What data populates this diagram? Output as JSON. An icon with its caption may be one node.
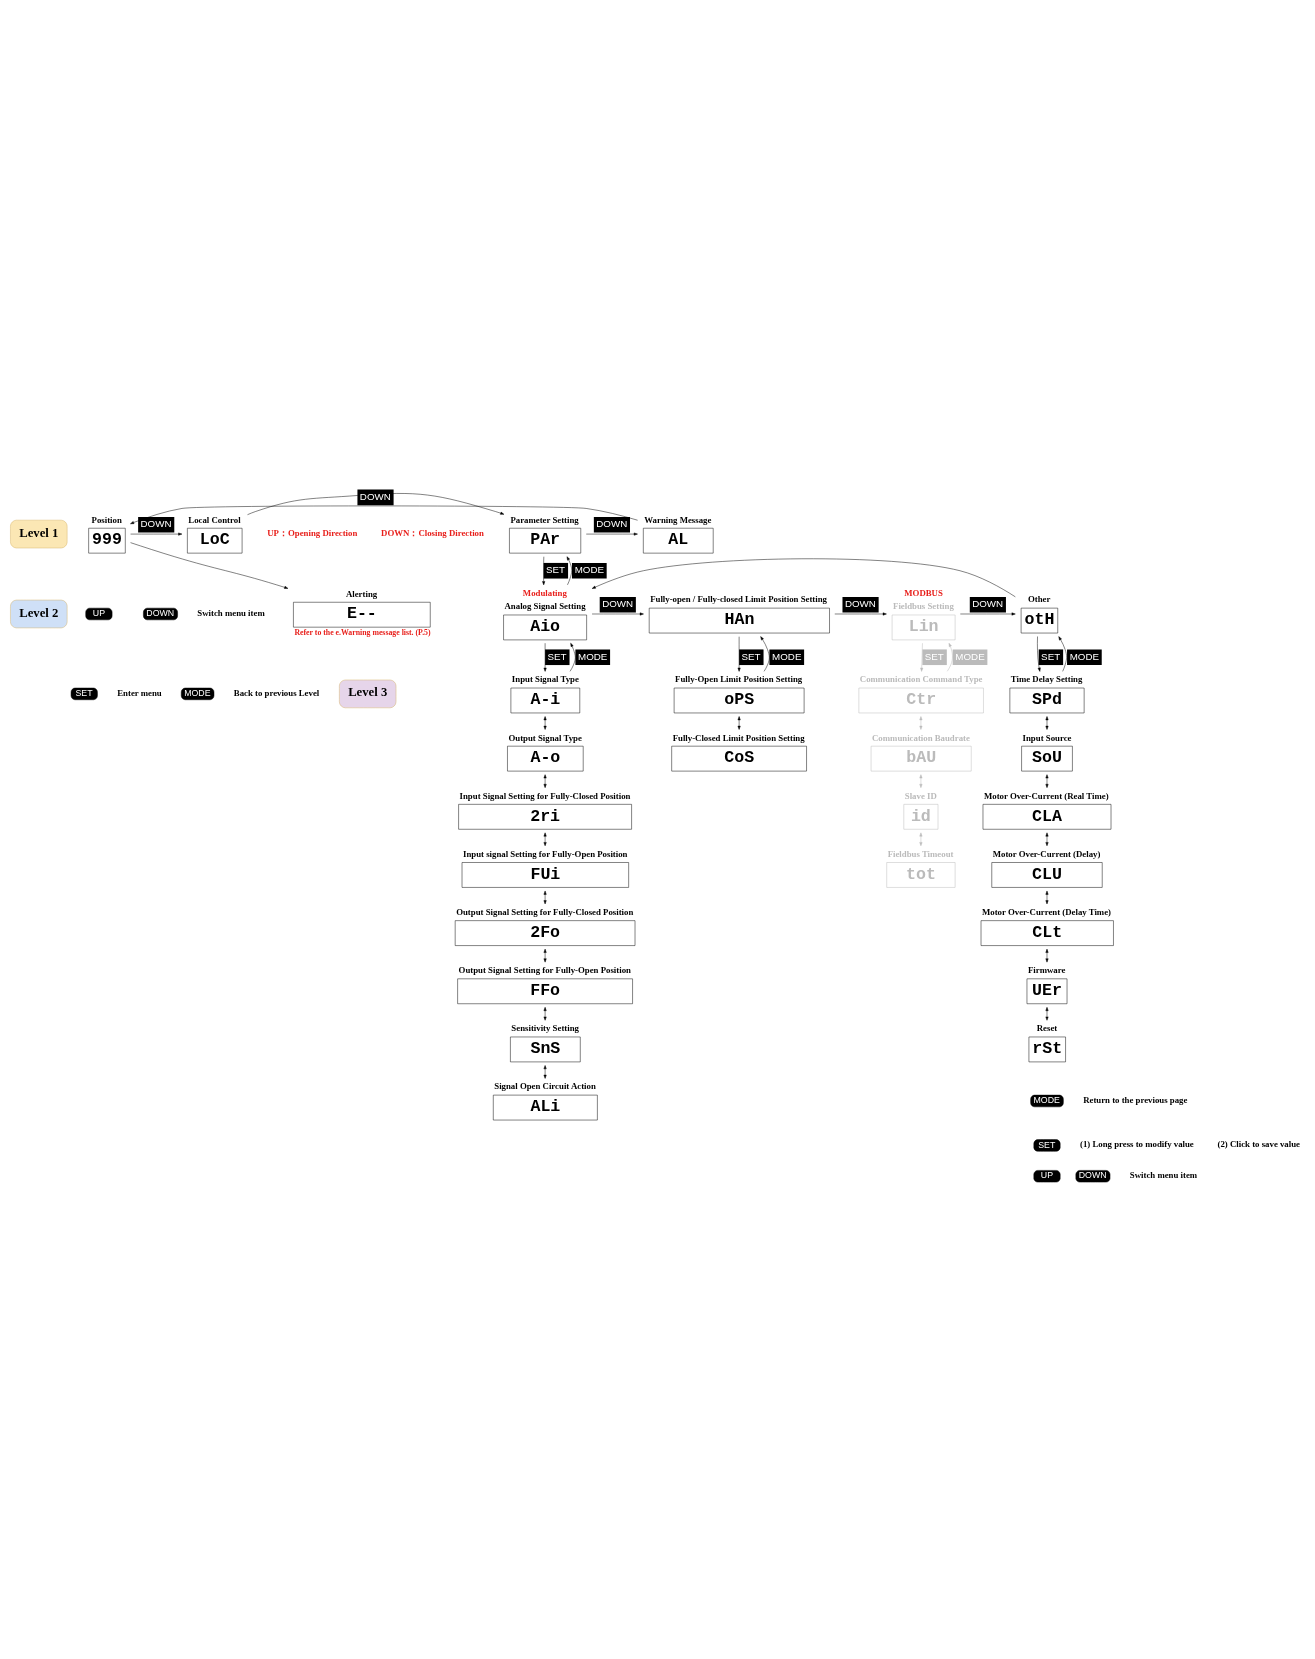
{
  "diagram": {
    "nodes": [
      {
        "text": [
          "Level 1"
        ]
      },
      {
        "text": [
          "Position",
          "999"
        ]
      },
      {
        "text": [
          "Local Control",
          "LoC"
        ]
      },
      {
        "text": [
          "Parameter Setting",
          "PAr"
        ]
      },
      {
        "text": [
          "Warning Message",
          "AL"
        ]
      },
      {
        "text": [
          "UP"
        ]
      },
      {
        "text": [
          "DOWN"
        ]
      },
      {
        "text": [
          "SET"
        ]
      },
      {
        "text": [
          "MODE"
        ]
      },
      {
        "text": [
          "Alerting",
          "E--"
        ],
        "beside": [
          "Refer to the e.Warning message list. (P.5)"
        ]
      },
      {
        "text": [
          "Level 2"
        ]
      },
      {
        "text": [
          "Modulating",
          "Analog Signal Setting",
          "Aio"
        ]
      },
      {
        "text": [
          "Fully-open / Fully-closed Limit Position Setting",
          "HAn"
        ]
      },
      {
        "text": [
          "MODBUS",
          "Fieldbus Setting",
          "Lin"
        ]
      },
      {
        "text": [
          "Other",
          "otH"
        ]
      },
      {
        "text": [
          "Level 3"
        ]
      },
      {
        "text": [
          "Input Signal Type",
          "A-i"
        ]
      },
      {
        "text": [
          "Fully-Open Limit Position Setting",
          "oPS"
        ]
      },
      {
        "text": [
          "Communication Command Type",
          "Ctr"
        ]
      },
      {
        "text": [
          "Time Delay Setting",
          "SPd"
        ]
      },
      {
        "text": [
          "Output Signal Type",
          "A-o"
        ]
      },
      {
        "text": [
          "Fully-Closed Limit Position Setting",
          "CoS"
        ]
      },
      {
        "text": [
          "Communication Baudrate",
          "bAU"
        ]
      },
      {
        "text": [
          "Input Source",
          "SoU"
        ]
      },
      {
        "text": [
          "Input Signal Setting for Fully-Closed Position",
          "2ri"
        ]
      },
      {
        "text": [
          "Slave ID",
          "id"
        ]
      },
      {
        "text": [
          "Motor Over-Current (Real Time)",
          "CLA"
        ]
      },
      {
        "text": [
          "Input signal Setting for Fully-Open Position",
          "FUi"
        ]
      },
      {
        "text": [
          "Fieldbus Timeout",
          "tot"
        ]
      },
      {
        "text": [
          "Motor Over-Current (Delay)",
          "CLU"
        ]
      },
      {
        "text": [
          "Output Signal Setting for Fully-Closed Position",
          "2Fo"
        ]
      },
      {
        "text": [
          "Motor Over-Current (Delay Time)",
          "CLt"
        ]
      },
      {
        "text": [
          "Output Signal Setting for Fully-Open Position",
          "FFo"
        ]
      },
      {
        "text": [
          "Firmware",
          "UEr"
        ]
      },
      {
        "text": [
          "Sensitivity Setting",
          "SnS"
        ]
      },
      {
        "text": [
          "Reset",
          "rSt"
        ]
      },
      {
        "text": [
          "Signal Open Circuit Action",
          "ALi"
        ]
      },
      {
        "text": [
          "MODE"
        ]
      },
      {
        "text": [
          "SET"
        ]
      },
      {
        "text": [
          "UP"
        ]
      },
      {
        "text": [
          "DOWN"
        ]
      }
    ],
    "edges": [
      {
        "from": 4,
        "to": 1,
        "arrow": "to"
      },
      {
        "from": 1,
        "to": 2,
        "arrow": "to",
        "label": "DOWN"
      },
      {
        "from": 2,
        "to": 3,
        "arrow": "to",
        "label": "DOWN"
      },
      {
        "from": 3,
        "to": 4,
        "arrow": "to",
        "label": "DOWN"
      },
      {
        "from": 1,
        "to": 9,
        "arrow": "to"
      },
      {
        "from": 3,
        "to": 11,
        "arrow": "to",
        "label": "SET"
      },
      {
        "from": 11,
        "to": 3,
        "arrow": "to",
        "label": "MODE"
      },
      {
        "from": 14,
        "to": 11,
        "arrow": "to"
      },
      {
        "from": 11,
        "to": 12,
        "arrow": "to",
        "label": "DOWN"
      },
      {
        "from": 12,
        "to": 13,
        "arrow": "to",
        "label": "DOWN"
      },
      {
        "from": 13,
        "to": 14,
        "arrow": "to",
        "label": "DOWN"
      },
      {
        "from": 11,
        "to": 16,
        "arrow": "to",
        "label": "SET"
      },
      {
        "from": 16,
        "to": 11,
        "arrow": "to",
        "label": "MODE"
      },
      {
        "from": 16,
        "to": 20,
        "arrow": "both"
      },
      {
        "from": 20,
        "to": 24,
        "arrow": "both"
      },
      {
        "from": 24,
        "to": 27,
        "arrow": "both"
      },
      {
        "from": 27,
        "to": 30,
        "arrow": "both"
      },
      {
        "from": 30,
        "to": 32,
        "arrow": "both"
      },
      {
        "from": 32,
        "to": 34,
        "arrow": "both"
      },
      {
        "from": 34,
        "to": 36,
        "arrow": "both"
      },
      {
        "from": 12,
        "to": 17,
        "arrow": "to",
        "label": "SET"
      },
      {
        "from": 17,
        "to": 12,
        "arrow": "to",
        "label": "MODE"
      },
      {
        "from": 17,
        "to": 21,
        "arrow": "both"
      },
      {
        "from": 13,
        "to": 18,
        "arrow": "to",
        "label": "SET",
        "color": "#bbbbbb"
      },
      {
        "from": 18,
        "to": 13,
        "arrow": "to",
        "label": "MODE",
        "color": "#bbbbbb"
      },
      {
        "from": 18,
        "to": 22,
        "arrow": "both",
        "color": "#bbbbbb"
      },
      {
        "from": 22,
        "to": 25,
        "arrow": "both",
        "color": "#bbbbbb"
      },
      {
        "from": 25,
        "to": 28,
        "arrow": "both",
        "color": "#bbbbbb"
      },
      {
        "from": 14,
        "to": 19,
        "arrow": "to",
        "label": "SET"
      },
      {
        "from": 19,
        "to": 14,
        "arrow": "to",
        "label": "MODE"
      },
      {
        "from": 19,
        "to": 23,
        "arrow": "both"
      },
      {
        "from": 23,
        "to": 26,
        "arrow": "both"
      },
      {
        "from": 26,
        "to": 29,
        "arrow": "both"
      },
      {
        "from": 29,
        "to": 31,
        "arrow": "both"
      },
      {
        "from": 31,
        "to": 33,
        "arrow": "both"
      },
      {
        "from": 33,
        "to": 35,
        "arrow": "both"
      }
    ],
    "labels": [
      "Switch menu item",
      "Enter menu",
      "Back to previous Level",
      "UP：Opening Direction",
      "DOWN：Closing Direction",
      "Return to the previous page",
      "(1) Long press to modify value",
      "(2) Click to save value",
      "Switch menu item"
    ]
  }
}
